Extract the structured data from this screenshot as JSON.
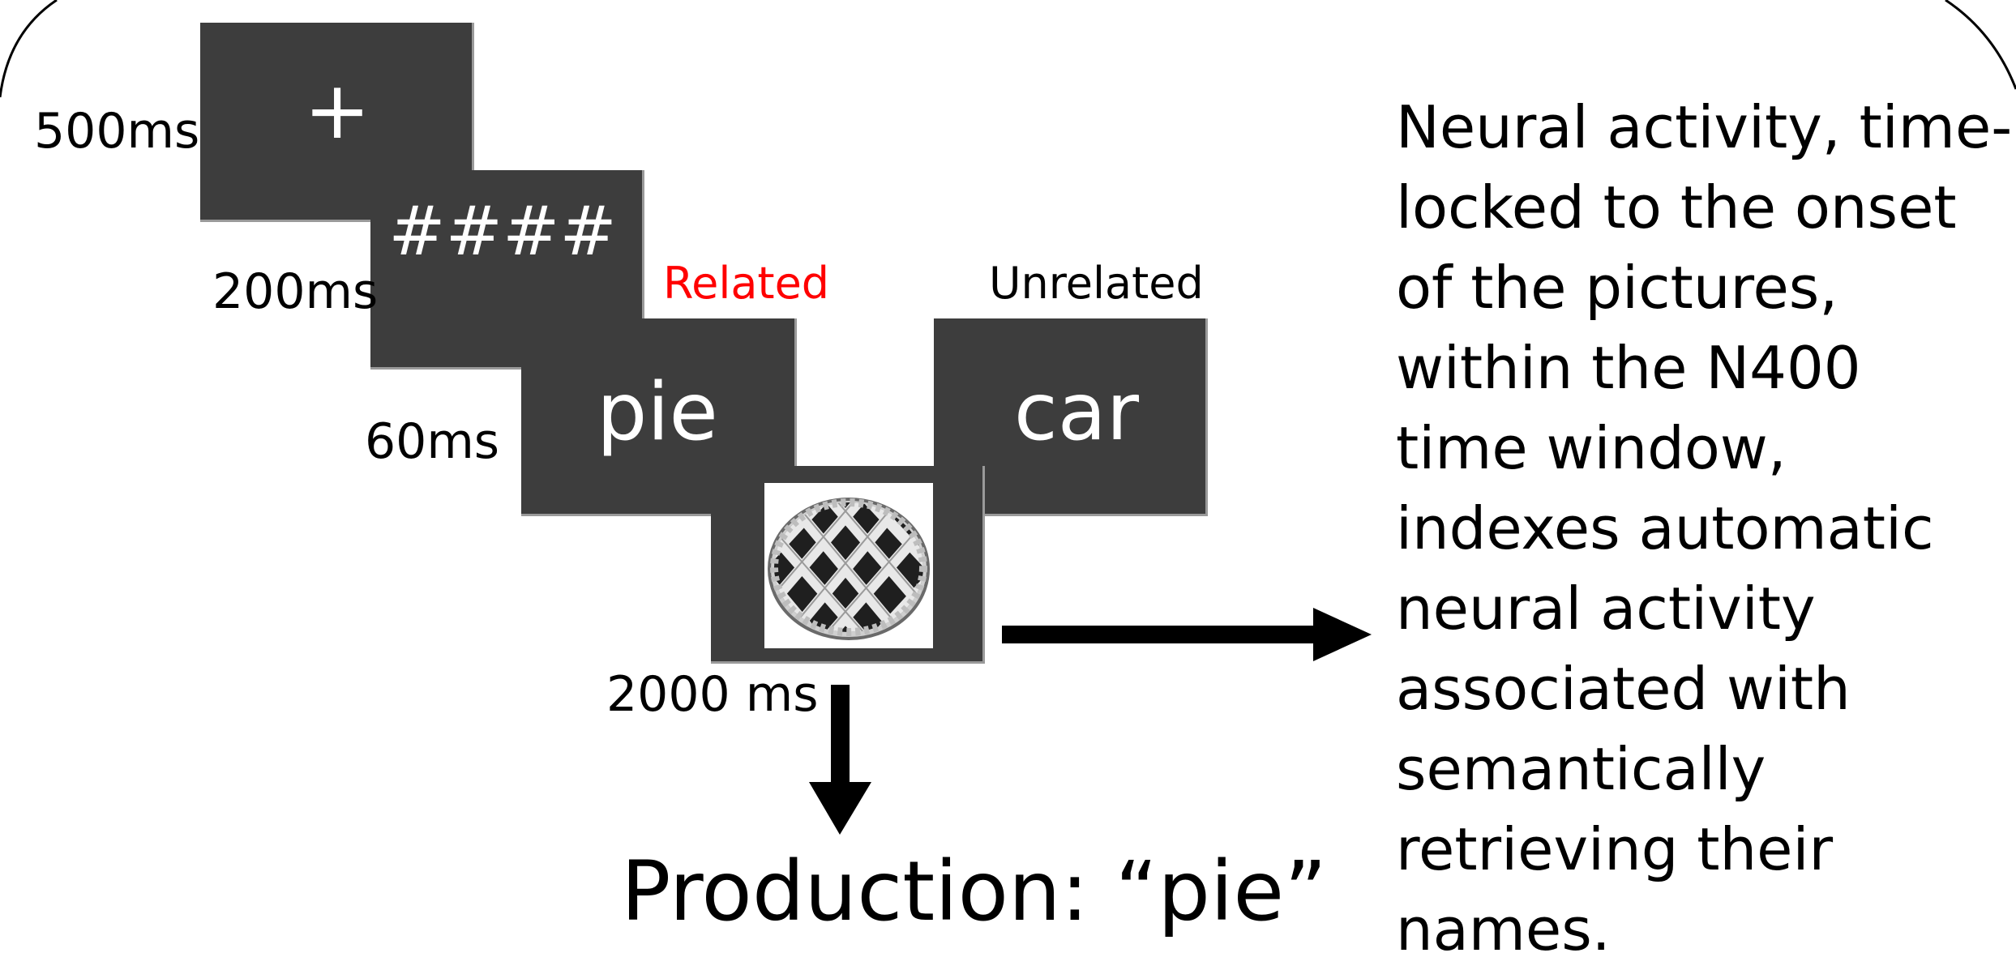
{
  "screens": {
    "fixation": {
      "stimulus": "+",
      "duration": "500ms"
    },
    "mask": {
      "stimulus": "####",
      "duration": "200ms"
    },
    "prime_related": {
      "stimulus": "pie",
      "duration": "60ms",
      "condition": "Related"
    },
    "prime_unrelated": {
      "stimulus": "car",
      "condition": "Unrelated"
    },
    "target_picture": {
      "depicts": "pie-picture",
      "duration": "2000 ms"
    }
  },
  "production_label": "Production: “pie”",
  "description_lines": [
    "Neural activity, time-",
    "locked to the onset",
    "of the pictures,",
    "within the N400",
    "time window,",
    "indexes automatic",
    "neural activity",
    "associated with",
    "semantically",
    "retrieving their",
    "names."
  ],
  "colors": {
    "screen": "#3d3d3d",
    "related_label": "#ff0000",
    "text": "#000000"
  }
}
